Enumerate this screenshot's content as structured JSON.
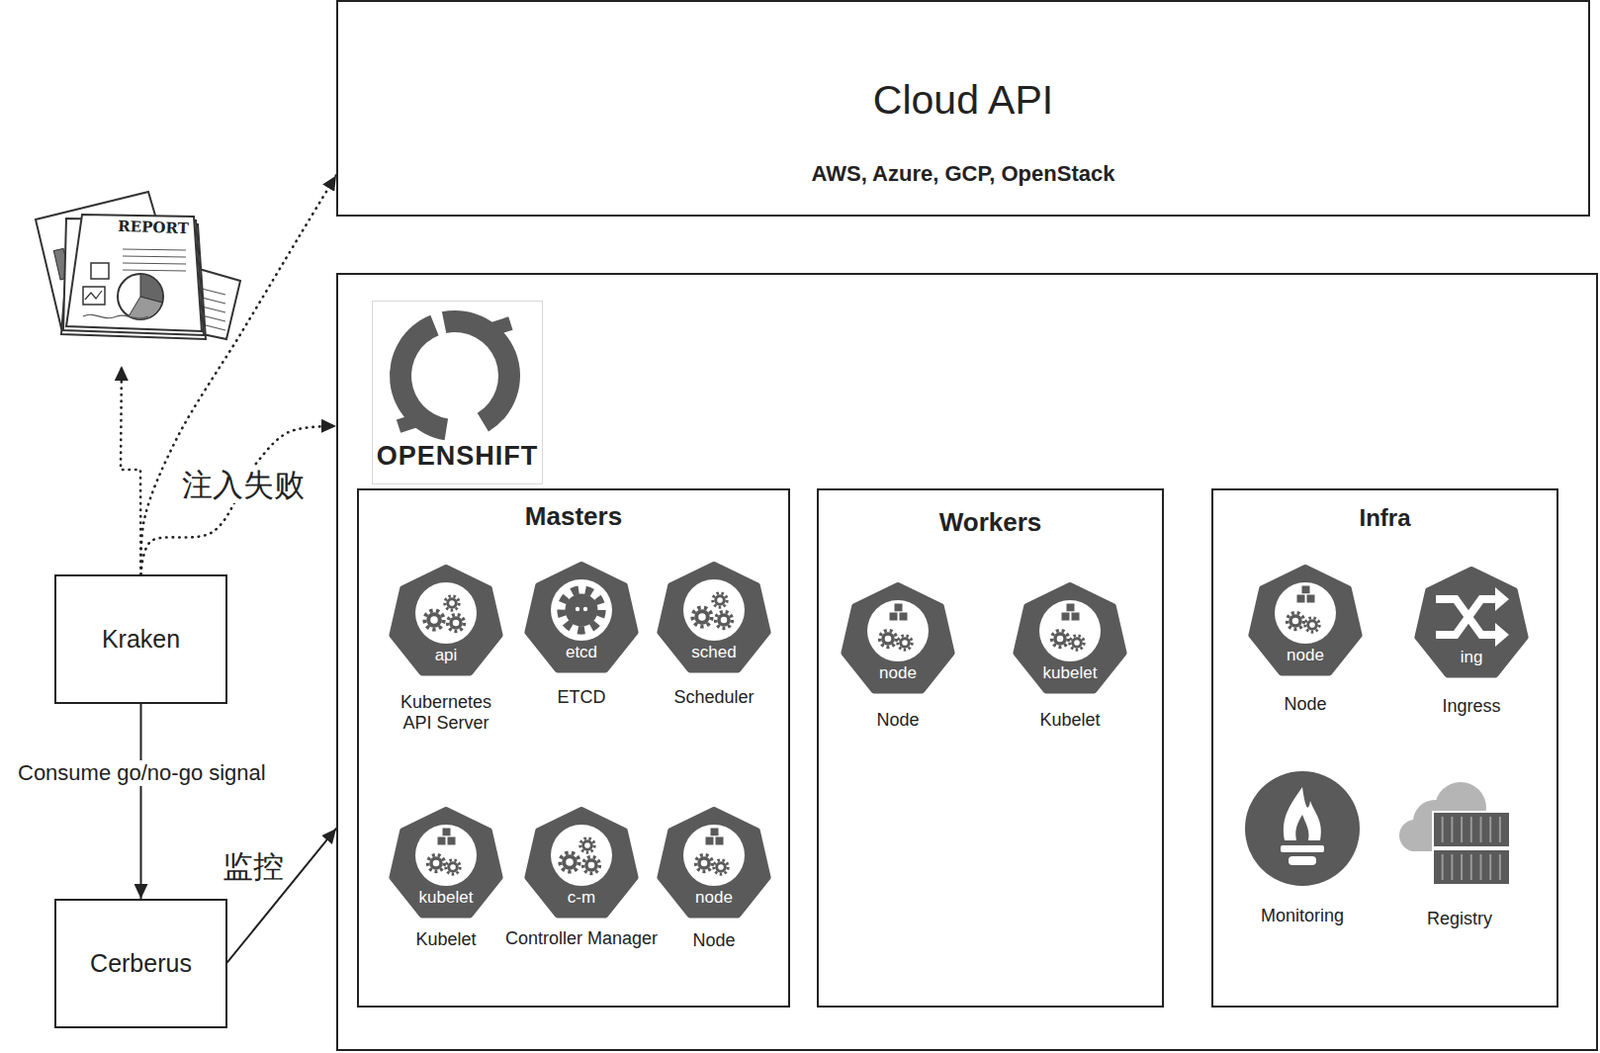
{
  "diagram": {
    "nodes": [
      {
        "text": [
          "REPORT"
        ]
      },
      {
        "text": [
          "Cloud API",
          "AWS, Azure, GCP, OpenStack"
        ]
      },
      {
        "text": [
          "OPENSHIFT"
        ]
      },
      {
        "text": [
          "Masters"
        ],
        "in": 2
      },
      {
        "text": [
          "api",
          "Kubernetes API Server"
        ],
        "in": 3
      },
      {
        "text": [
          "etcd",
          "ETCD"
        ],
        "in": 3
      },
      {
        "text": [
          "sched",
          "Scheduler"
        ],
        "in": 3
      },
      {
        "text": [
          "kubelet",
          "Kubelet"
        ],
        "in": 3
      },
      {
        "text": [
          "c-m",
          "Controller Manager"
        ],
        "in": 3
      },
      {
        "text": [
          "node",
          "Node"
        ],
        "in": 3
      },
      {
        "text": [
          "Workers"
        ],
        "in": 2
      },
      {
        "text": [
          "node",
          "Node"
        ],
        "in": 10
      },
      {
        "text": [
          "kubelet",
          "Kubelet"
        ],
        "in": 10
      },
      {
        "text": [
          "Infra"
        ],
        "in": 2
      },
      {
        "text": [
          "node",
          "Node"
        ],
        "in": 13
      },
      {
        "text": [
          "ing",
          "Ingress"
        ],
        "in": 13
      },
      {
        "text": [
          "Monitoring"
        ],
        "in": 13
      },
      {
        "text": [
          "Registry"
        ],
        "in": 13
      },
      {
        "text": [
          "Kraken"
        ]
      },
      {
        "text": [
          "Cerberus"
        ]
      }
    ],
    "edges": [
      {
        "from": 18,
        "to": 0,
        "arrow": "to"
      },
      {
        "from": 18,
        "to": 1,
        "arrow": "to"
      },
      {
        "from": 18,
        "to": 2,
        "arrow": "to",
        "label": "注入失败"
      },
      {
        "from": 18,
        "to": 19,
        "arrow": "to",
        "label": "Consume go/no-go signal"
      },
      {
        "from": 19,
        "to": 2,
        "arrow": "to",
        "label": "监控"
      }
    ]
  }
}
